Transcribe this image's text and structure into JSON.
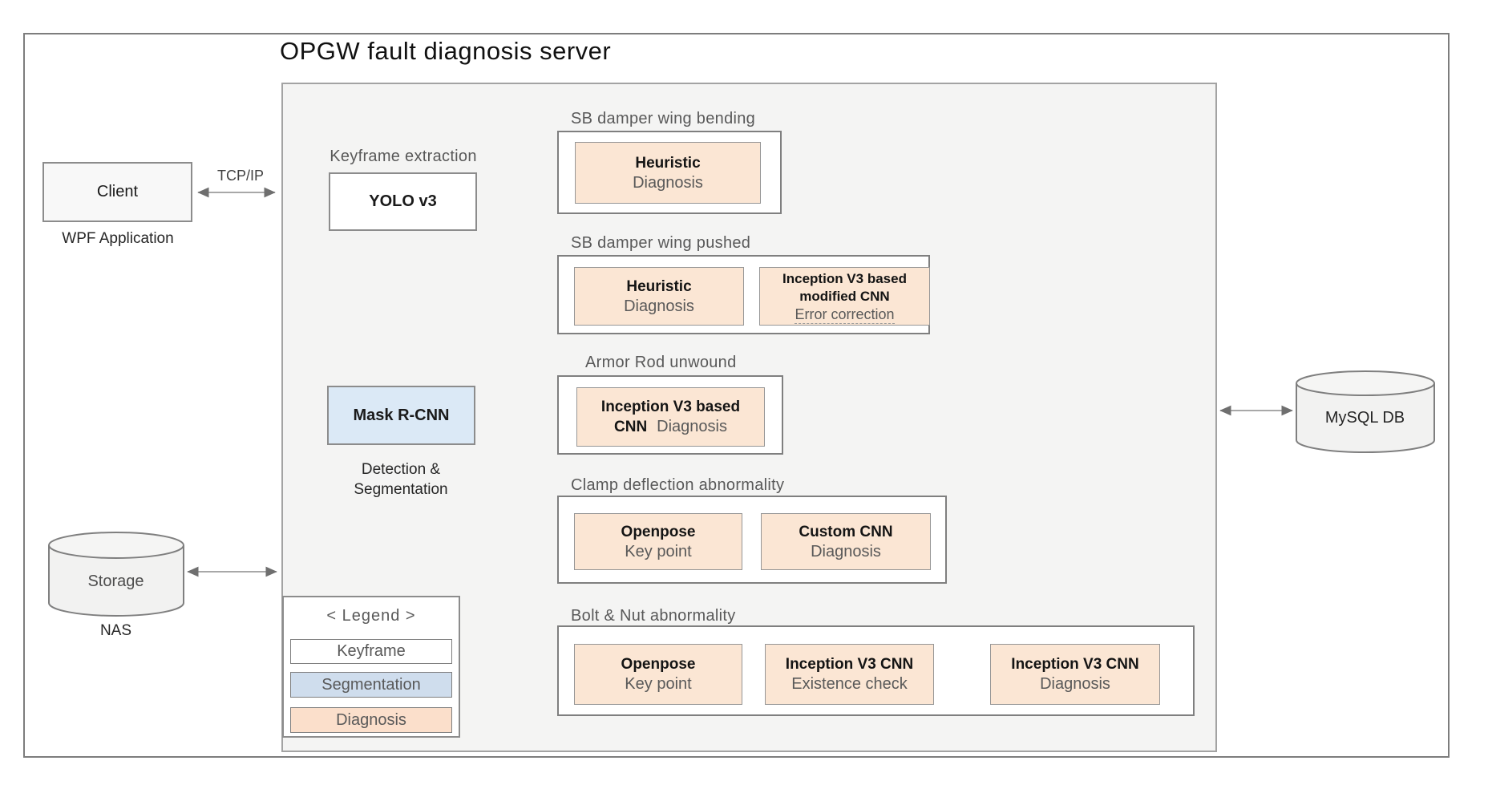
{
  "title": "OPGW fault diagnosis server",
  "client": {
    "box_label": "Client",
    "caption": "WPF Application",
    "link_label": "TCP/IP"
  },
  "pipeline": {
    "keyframe_label": "Keyframe  extraction",
    "yolo_label": "YOLO v3",
    "mask_label": "Mask R-CNN",
    "mask_caption_line1": "Detection &",
    "mask_caption_line2": "Segmentation"
  },
  "groups": [
    {
      "title": "SB damper wing bending",
      "boxes": [
        {
          "bold1": "Heuristic",
          "sub": "Diagnosis"
        }
      ]
    },
    {
      "title": "SB damper wing pushed",
      "boxes": [
        {
          "bold1": "Heuristic",
          "sub": "Diagnosis"
        },
        {
          "bold1": "Inception V3 based",
          "bold2": "modified CNN",
          "sub": "Error correction"
        }
      ]
    },
    {
      "title": "Armor Rod unwound",
      "boxes": [
        {
          "bold1": "Inception V3 based",
          "bold2": "CNN",
          "sub_inline": "Diagnosis"
        }
      ]
    },
    {
      "title": "Clamp deflection abnormality",
      "boxes": [
        {
          "bold1": "Openpose",
          "sub": "Key point"
        },
        {
          "bold1": "Custom CNN",
          "sub": "Diagnosis"
        }
      ]
    },
    {
      "title": "Bolt & Nut abnormality",
      "boxes": [
        {
          "bold1": "Openpose",
          "sub": "Key point"
        },
        {
          "bold1": "Inception V3 CNN",
          "sub": "Existence check"
        },
        {
          "bold1": "Inception V3 CNN",
          "sub": "Diagnosis"
        }
      ]
    }
  ],
  "legend": {
    "title": "< Legend >",
    "items": [
      {
        "label": "Keyframe",
        "color": "#ffffff"
      },
      {
        "label": "Segmentation",
        "color": "#cfdded"
      },
      {
        "label": "Diagnosis",
        "color": "#fbdfcb"
      }
    ]
  },
  "storage": {
    "box_label": "Storage",
    "caption": "NAS"
  },
  "database": {
    "box_label": "MySQL DB"
  },
  "colors": {
    "diagnosis_fill": "#fbe6d4",
    "segmentation_fill": "#dbe9f6",
    "keyframe_fill": "#ffffff",
    "server_fill": "#f4f4f3",
    "border_gray": "#8c8c8c",
    "wire_gray": "#8c8c8c",
    "label_gray": "#595959"
  }
}
